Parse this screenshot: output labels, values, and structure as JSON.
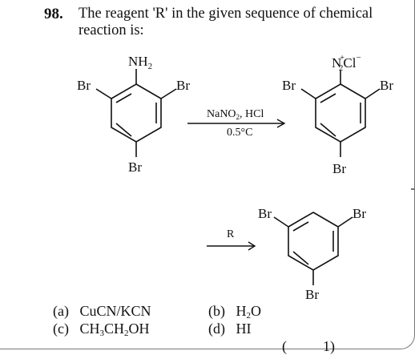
{
  "question": {
    "number": "98.",
    "text": "The reagent 'R' in the given sequence of chemical reaction is:"
  },
  "scheme": {
    "sub1_group": "NH",
    "sub1_group_sub": "2",
    "br": "Br",
    "reagent_pre": "NaNO",
    "reagent_sub": "2",
    "reagent_post": ", HCl",
    "condition": "0.5°C",
    "diazo_n": "N",
    "diazo_plus": "+",
    "diazo_sub": "2",
    "diazo_cl": "Cl",
    "diazo_minus": "−",
    "reagent_r": "R"
  },
  "options": [
    {
      "label": "(a)",
      "parts": [
        "CuCN/KCN"
      ]
    },
    {
      "label": "(b)",
      "parts": [
        "H",
        "2",
        "O"
      ]
    },
    {
      "label": "(c)",
      "parts": [
        "CH",
        "3",
        "CH",
        "2",
        "OH"
      ]
    },
    {
      "label": "(d)",
      "parts": [
        "HI"
      ]
    }
  ],
  "footer_fragment": "(          1)"
}
